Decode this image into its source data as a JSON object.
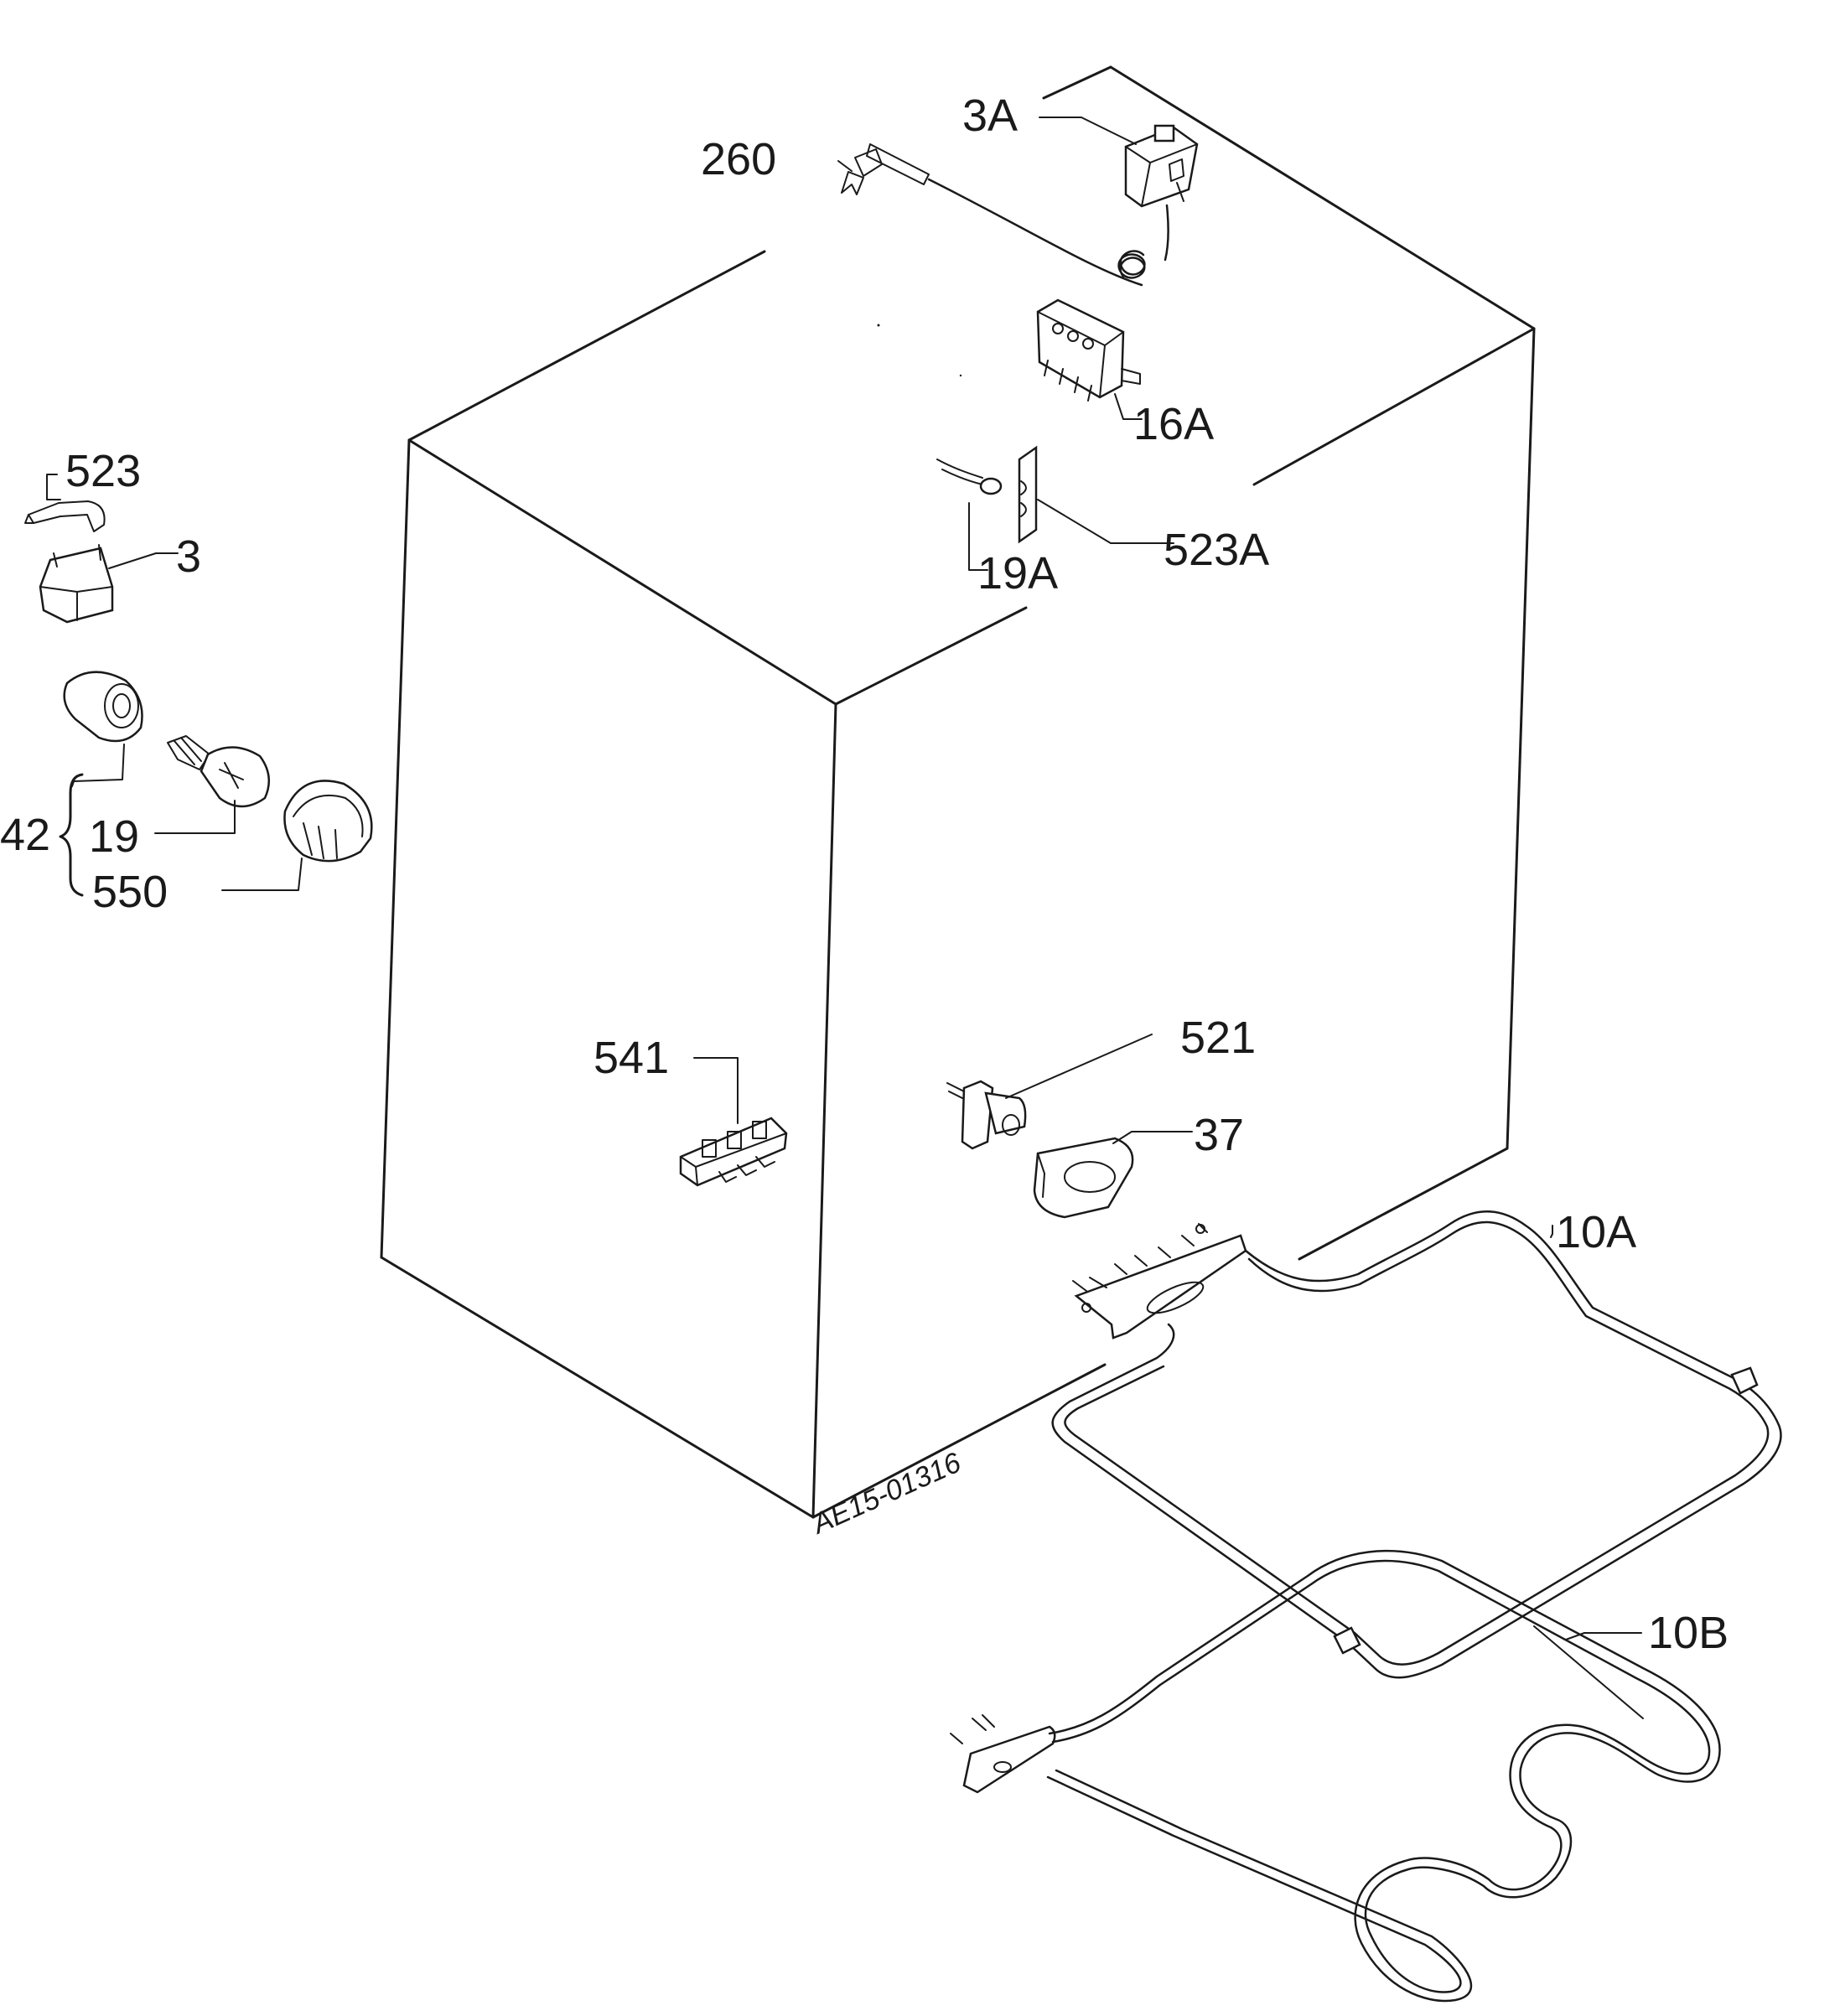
{
  "labels": {
    "p260": "260",
    "p3A": "3A",
    "p16A": "16A",
    "p523": "523",
    "p3": "3",
    "p523A": "523A",
    "p19A": "19A",
    "p42": "42",
    "p19": "19",
    "p550": "550",
    "p541": "541",
    "p521": "521",
    "p37": "37",
    "p10A": "10A",
    "p10B": "10B"
  },
  "drawing_ref": "AE15-01316"
}
